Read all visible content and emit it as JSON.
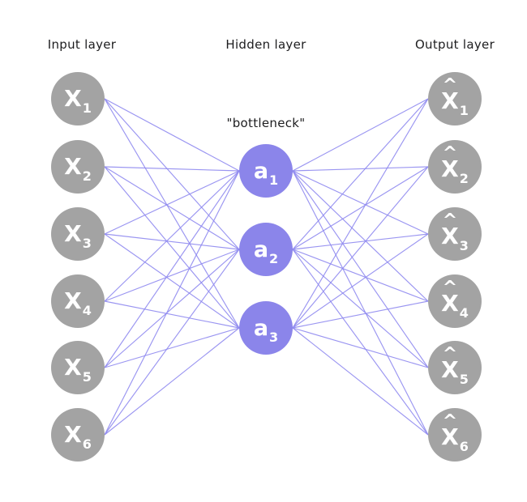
{
  "diagram": {
    "type": "autoencoder-neural-network",
    "layers": [
      {
        "id": "input",
        "title": "Input layer",
        "nodes": [
          {
            "base": "X",
            "sub": "1",
            "hat": false
          },
          {
            "base": "X",
            "sub": "2",
            "hat": false
          },
          {
            "base": "X",
            "sub": "3",
            "hat": false
          },
          {
            "base": "X",
            "sub": "4",
            "hat": false
          },
          {
            "base": "X",
            "sub": "5",
            "hat": false
          },
          {
            "base": "X",
            "sub": "6",
            "hat": false
          }
        ]
      },
      {
        "id": "hidden",
        "title": "Hidden layer",
        "annotation": "\"bottleneck\"",
        "nodes": [
          {
            "base": "a",
            "sub": "1",
            "hat": false
          },
          {
            "base": "a",
            "sub": "2",
            "hat": false
          },
          {
            "base": "a",
            "sub": "3",
            "hat": false
          }
        ]
      },
      {
        "id": "output",
        "title": "Output layer",
        "nodes": [
          {
            "base": "X",
            "sub": "1",
            "hat": true
          },
          {
            "base": "X",
            "sub": "2",
            "hat": true
          },
          {
            "base": "X",
            "sub": "3",
            "hat": true
          },
          {
            "base": "X",
            "sub": "4",
            "hat": true
          },
          {
            "base": "X",
            "sub": "5",
            "hat": true
          },
          {
            "base": "X",
            "sub": "6",
            "hat": true
          }
        ]
      }
    ],
    "connections": "fully-connected input-to-hidden and hidden-to-output",
    "colors": {
      "background": "#ffffff",
      "input_node": "#a3a3a3",
      "hidden_node": "#8b85ea",
      "output_node": "#a3a3a3",
      "edge": "#8f89f0",
      "node_text": "#ffffff",
      "label_text": "#1d1d1f"
    }
  }
}
